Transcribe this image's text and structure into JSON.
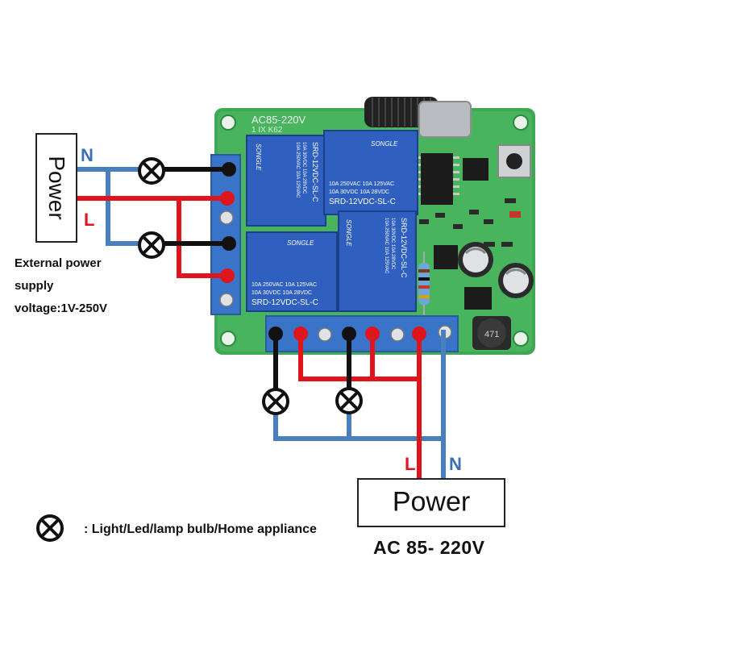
{
  "left_power": {
    "label": "Power",
    "n_label": "N",
    "l_label": "L"
  },
  "external_supply": {
    "line1": "External power",
    "line2": "supply",
    "line3": "voltage:1V-250V"
  },
  "right_power": {
    "label": "Power",
    "l_label": "L",
    "n_label": "N",
    "voltage": "AC  85- 220V"
  },
  "legend": {
    "text": ":  Light/Led/lamp bulb/Home appliance"
  },
  "board": {
    "top_label": "AC85-220V",
    "relays": [
      {
        "brand": "SONGLE",
        "model": "SRD-12VDC-SL-C",
        "rating1": "10A 250VAC 10A 125VAC",
        "rating2": "10A  30VDC 10A  28VDC"
      },
      {
        "brand": "SONGLE",
        "model": "SRD-12VDC-SL-C",
        "rating1": "10A 250VAC 10A 125VAC",
        "rating2": "10A  30VDC 10A  28VDC"
      },
      {
        "brand": "SONGLE",
        "model": "SRD-12VDC-SL-C",
        "rating1": "10A 250VAC 10A 125VAC",
        "rating2": "10A  30VDC 10A  28VDC"
      },
      {
        "brand": "SONGLE",
        "model": "SRD-12VDC-SL-C",
        "rating1": "10A 250VAC 10A 125VAC",
        "rating2": "10A  30VDC 10A  28VDC"
      }
    ],
    "inductor_label": "471"
  },
  "colors": {
    "neutral_wire": "#4a7fbf",
    "live_wire": "#e0141c",
    "load_wire": "#111111",
    "board_green": "#3ea854",
    "relay_blue": "#2f5fbf",
    "terminal_blue": "#3a74c8"
  }
}
